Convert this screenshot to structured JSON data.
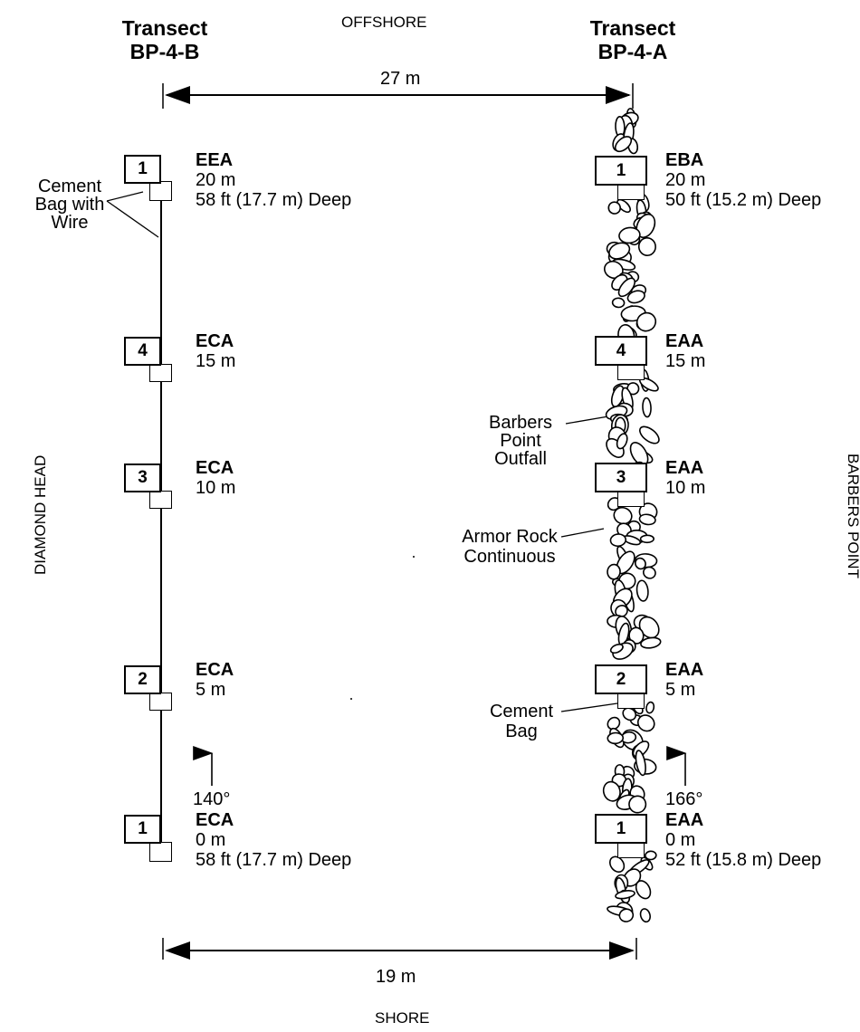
{
  "top_label": "OFFSHORE",
  "bottom_label": "SHORE",
  "left_side": "DIAMOND HEAD",
  "right_side": "BARBERS POINT",
  "top_dimension": "27 m",
  "bottom_dimension": "19 m",
  "transect_b": {
    "line1": "Transect",
    "line2": "BP-4-B",
    "bearing": "140°",
    "annotation": [
      "Cement",
      "Bag with",
      "Wire"
    ],
    "stations": [
      {
        "num": "1",
        "code": "EEA",
        "dist": "20 m",
        "depth": "58 ft (17.7 m) Deep"
      },
      {
        "num": "4",
        "code": "ECA",
        "dist": "15 m",
        "depth": ""
      },
      {
        "num": "3",
        "code": "ECA",
        "dist": "10 m",
        "depth": ""
      },
      {
        "num": "2",
        "code": "ECA",
        "dist": "5 m",
        "depth": ""
      },
      {
        "num": "1",
        "code": "ECA",
        "dist": "0 m",
        "depth": "58 ft (17.7 m) Deep"
      }
    ]
  },
  "transect_a": {
    "line1": "Transect",
    "line2": "BP-4-A",
    "bearing": "166°",
    "annotations": {
      "outfall": [
        "Barbers",
        "Point",
        "Outfall"
      ],
      "armor": [
        "Armor Rock",
        "Continuous"
      ],
      "cement": [
        "Cement",
        "Bag"
      ]
    },
    "stations": [
      {
        "num": "1",
        "code": "EBA",
        "dist": "20 m",
        "depth": "50 ft (15.2 m) Deep"
      },
      {
        "num": "4",
        "code": "EAA",
        "dist": "15 m",
        "depth": ""
      },
      {
        "num": "3",
        "code": "EAA",
        "dist": "10 m",
        "depth": ""
      },
      {
        "num": "2",
        "code": "EAA",
        "dist": "5 m",
        "depth": ""
      },
      {
        "num": "1",
        "code": "EAA",
        "dist": "0 m",
        "depth": "52 ft (15.8 m) Deep"
      }
    ]
  }
}
